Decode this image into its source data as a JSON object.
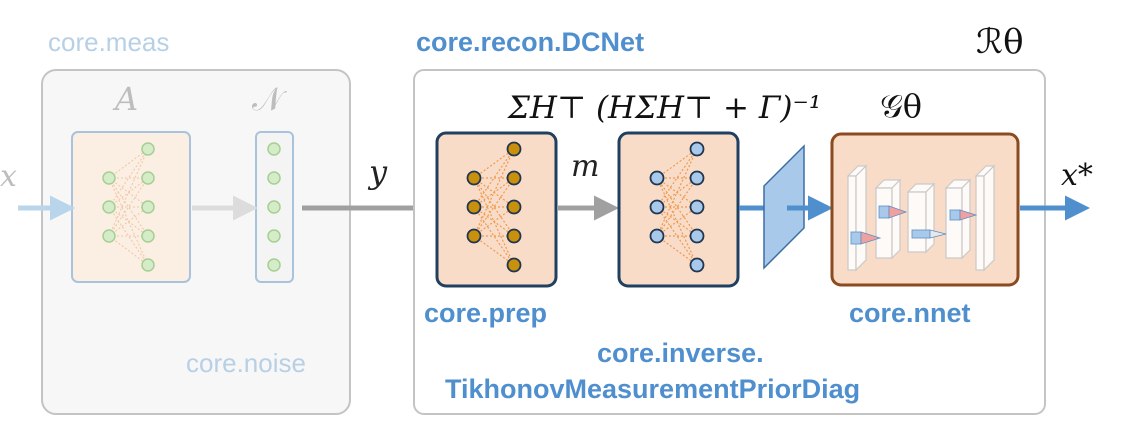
{
  "labels": {
    "core_meas": "core.meas",
    "core_noise": "core.noise",
    "core_recon": "core.recon.DCNet",
    "core_prep": "core.prep",
    "core_inverse_line1": "core.inverse.",
    "core_inverse_line2": "TikhonovMeasurementPriorDiag",
    "core_nnet": "core.nnet"
  },
  "math": {
    "input_x": "x",
    "matrix_A": "A",
    "noise_N": "𝒩",
    "meas_y": "y",
    "meas_m": "m",
    "formula": "ΣH⊤ (HΣH⊤ + Γ)⁻¹",
    "generator": "𝒢θ",
    "recon_R": "ℛθ",
    "output": "x*"
  },
  "colors": {
    "faded_label": "#b7d0e6",
    "blue_label": "#4f8fce",
    "prep_fill": "#f8dcc8",
    "prep_border": "#1f4060",
    "nnet_border": "#8b4a1f",
    "arrow_blue": "#4f8fce",
    "arrow_gray": "#9e9e9e"
  }
}
